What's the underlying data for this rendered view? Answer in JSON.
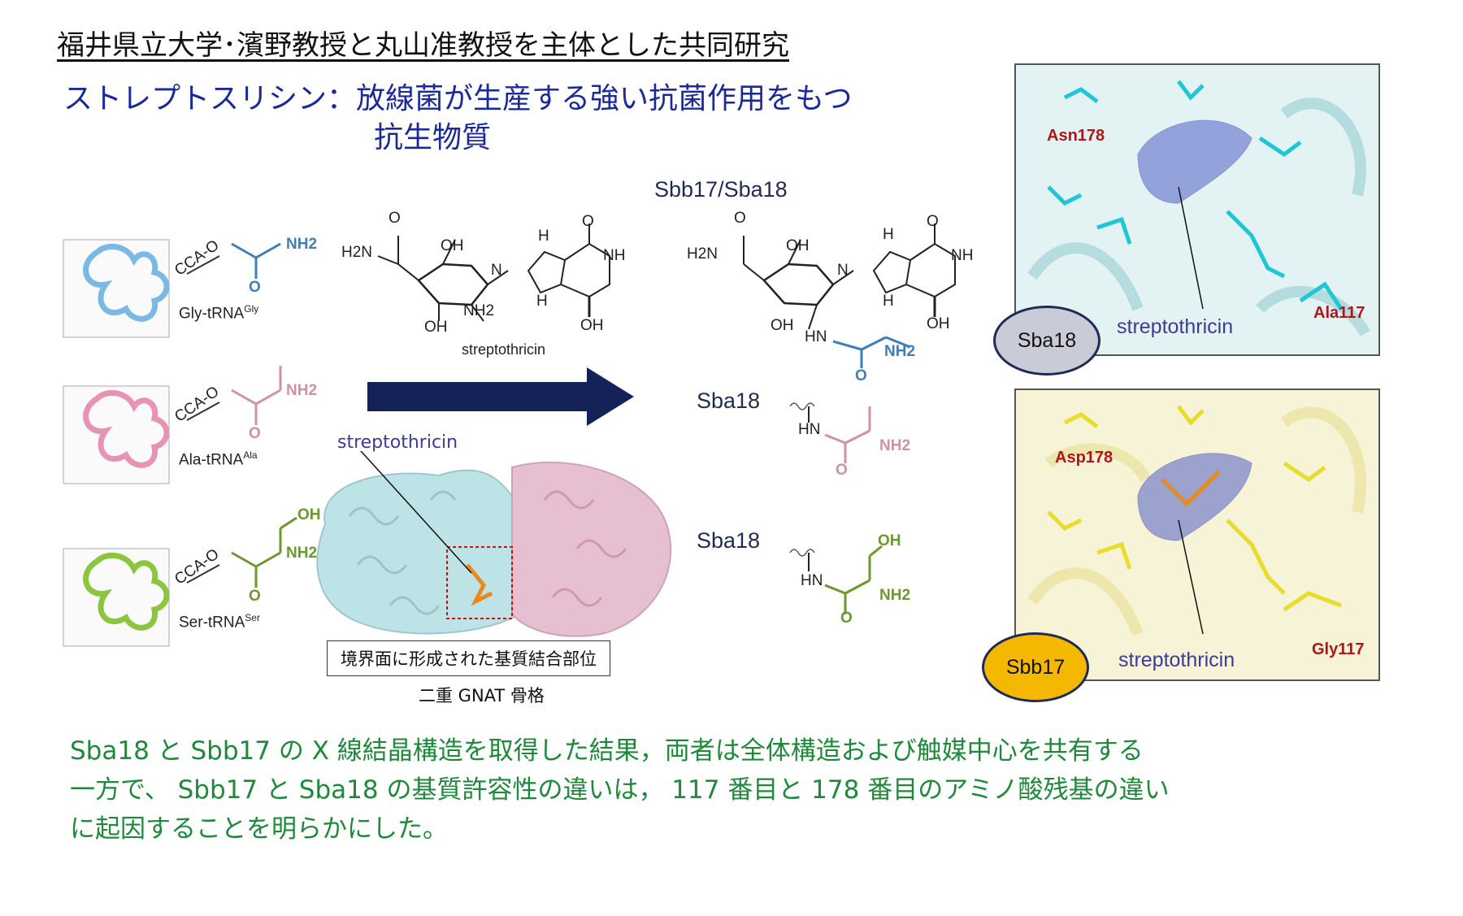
{
  "header": {
    "title": "福井県立大学･濱野教授と丸山准教授を主体とした共同研究"
  },
  "subtitle": {
    "line1": "ストレプトスリシン：放線菌が生産する強い抗菌作用をもつ",
    "line2": "抗生物質"
  },
  "trnas": [
    {
      "label": "Gly-tRNA",
      "sup": "Gly",
      "color": "#7ab8e6",
      "amine": "NH2",
      "cca": "CCA-O",
      "o": "O"
    },
    {
      "label": "Ala-tRNA",
      "sup": "Ala",
      "color": "#e892b4",
      "amine": "NH2",
      "cca": "CCA-O",
      "o": "O"
    },
    {
      "label": "Ser-tRNA",
      "sup": "Ser",
      "color": "#8cc63f",
      "amine": "NH2",
      "cca": "CCA-O",
      "o": "O",
      "oh": "OH"
    }
  ],
  "molecule": {
    "name": "streptothricin",
    "h2n": "H2N",
    "o": "O",
    "oh": "OH",
    "nh2": "NH2",
    "n": "N",
    "h": "H",
    "nh": "NH",
    "hn": "HN"
  },
  "products": {
    "label_top": "Sbb17/Sba18",
    "label_ala": "Sba18",
    "label_ser": "Sba18"
  },
  "structure": {
    "ligand_label": "streptothricin",
    "box_label": "境界面に形成された基質結合部位",
    "scaffold_label": "二重 GNAT 骨格"
  },
  "panel_top": {
    "res1": "Asn178",
    "res2": "Ala117",
    "ligand": "streptothricin",
    "enzyme": "Sba18",
    "enzyme_fill": "#c9ccd6"
  },
  "panel_bottom": {
    "res1": "Asp178",
    "res2": "Gly117",
    "ligand": "streptothricin",
    "enzyme": "Sbb17",
    "enzyme_fill": "#f5b800"
  },
  "caption": {
    "line1": "Sba18 と Sbb17 の X 線結晶構造を取得した結果，両者は全体構造および触媒中心を共有する",
    "line2": "一方で、 Sbb17 と Sba18 の基質許容性の違いは， 117 番目と 178 番目のアミノ酸残基の違い",
    "line3": "に起因することを明らかにした。"
  },
  "colors": {
    "navy_arrow": "#142257",
    "caption_green": "#1d8a3a",
    "subtitle_blue": "#1a2a9a",
    "gly_blue": "#3d7fb8",
    "ala_pink": "#d090a8",
    "ser_green": "#6a9a2a"
  }
}
